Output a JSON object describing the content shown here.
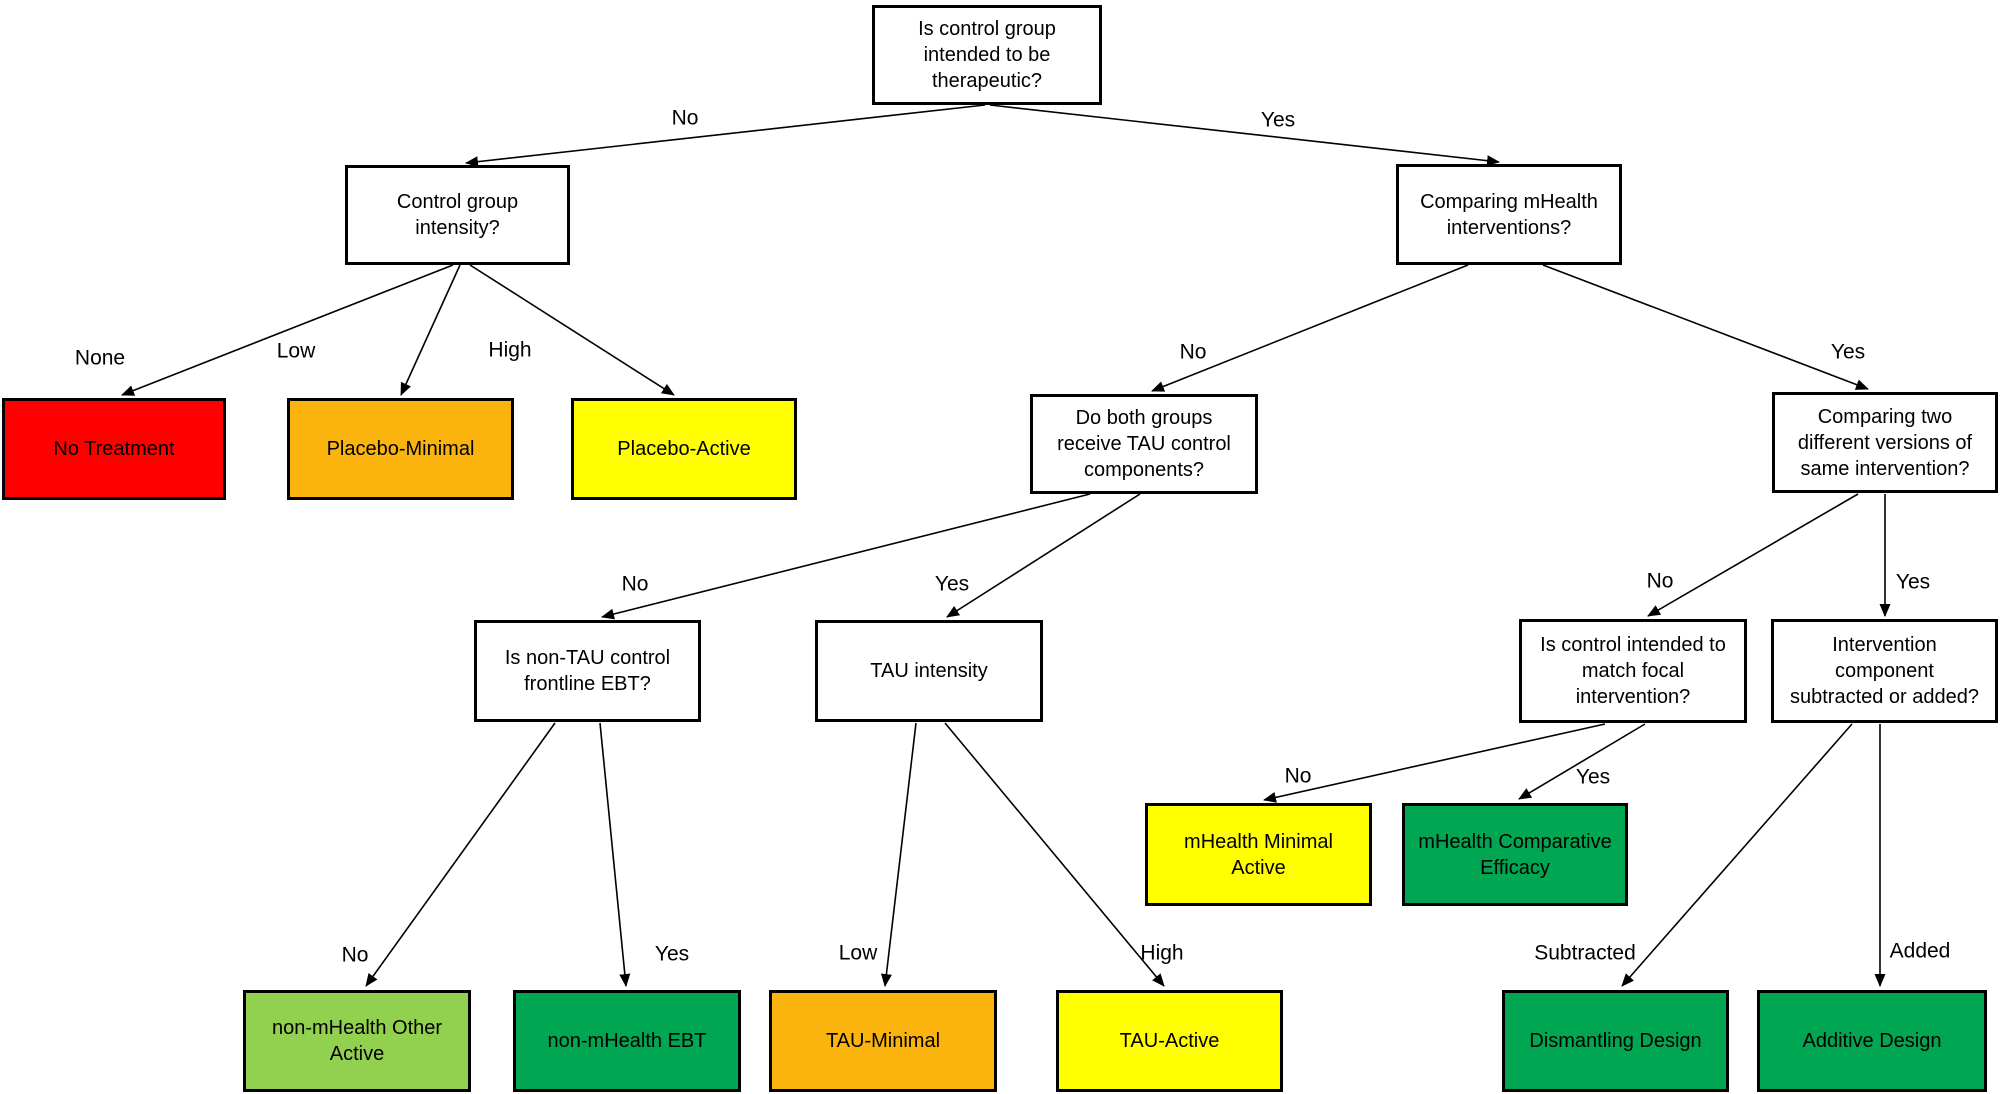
{
  "diagram": {
    "background": "#FFFFFF",
    "colors": {
      "red": "#FF0000",
      "orange": "#FBB40E",
      "yellow": "#FFFF00",
      "green": "#00A651",
      "light_green": "#92D050",
      "white": "#FFFFFF",
      "line": "#000000"
    },
    "nodes": {
      "root": {
        "label": "Is control group intended to be therapeutic?",
        "fill": "#FFFFFF",
        "type": "question"
      },
      "control_intensity": {
        "label": "Control group intensity?",
        "fill": "#FFFFFF",
        "type": "question"
      },
      "comparing_mhealth": {
        "label": "Comparing mHealth interventions?",
        "fill": "#FFFFFF",
        "type": "question"
      },
      "tau_components": {
        "label": "Do both groups receive TAU control components?",
        "fill": "#FFFFFF",
        "type": "question"
      },
      "comparing_versions": {
        "label": "Comparing two different versions of same intervention?",
        "fill": "#FFFFFF",
        "type": "question"
      },
      "non_tau_ebt": {
        "label": "Is non-TAU control frontline EBT?",
        "fill": "#FFFFFF",
        "type": "question"
      },
      "tau_intensity": {
        "label": "TAU intensity",
        "fill": "#FFFFFF",
        "type": "question"
      },
      "control_match": {
        "label": "Is control intended to match focal intervention?",
        "fill": "#FFFFFF",
        "type": "question"
      },
      "component_sub_add": {
        "label": "Intervention component subtracted or added?",
        "fill": "#FFFFFF",
        "type": "question"
      },
      "no_treatment": {
        "label": "No Treatment",
        "fill": "#FF0000",
        "type": "terminal"
      },
      "placebo_minimal": {
        "label": "Placebo-Minimal",
        "fill": "#FBB40E",
        "type": "terminal"
      },
      "placebo_active": {
        "label": "Placebo-Active",
        "fill": "#FFFF00",
        "type": "terminal"
      },
      "mhealth_minimal_active": {
        "label": "mHealth Minimal Active",
        "fill": "#FFFF00",
        "type": "terminal"
      },
      "mhealth_comparative_efficacy": {
        "label": "mHealth Comparative Efficacy",
        "fill": "#00A651",
        "type": "terminal"
      },
      "non_mhealth_other_active": {
        "label": "non-mHealth Other Active",
        "fill": "#92D050",
        "type": "terminal"
      },
      "non_mhealth_ebt": {
        "label": "non-mHealth EBT",
        "fill": "#00A651",
        "type": "terminal"
      },
      "tau_minimal": {
        "label": "TAU-Minimal",
        "fill": "#FBB40E",
        "type": "terminal"
      },
      "tau_active": {
        "label": "TAU-Active",
        "fill": "#FFFF00",
        "type": "terminal"
      },
      "dismantling_design": {
        "label": "Dismantling Design",
        "fill": "#00A651",
        "type": "terminal"
      },
      "additive_design": {
        "label": "Additive Design",
        "fill": "#00A651",
        "type": "terminal"
      }
    },
    "edges": [
      {
        "from": "root",
        "to": "control_intensity",
        "label": "No"
      },
      {
        "from": "root",
        "to": "comparing_mhealth",
        "label": "Yes"
      },
      {
        "from": "control_intensity",
        "to": "no_treatment",
        "label": "None"
      },
      {
        "from": "control_intensity",
        "to": "placebo_minimal",
        "label": "Low"
      },
      {
        "from": "control_intensity",
        "to": "placebo_active",
        "label": "High"
      },
      {
        "from": "comparing_mhealth",
        "to": "tau_components",
        "label": "No"
      },
      {
        "from": "comparing_mhealth",
        "to": "comparing_versions",
        "label": "Yes"
      },
      {
        "from": "tau_components",
        "to": "non_tau_ebt",
        "label": "No"
      },
      {
        "from": "tau_components",
        "to": "tau_intensity",
        "label": "Yes"
      },
      {
        "from": "comparing_versions",
        "to": "control_match",
        "label": "No"
      },
      {
        "from": "comparing_versions",
        "to": "component_sub_add",
        "label": "Yes"
      },
      {
        "from": "control_match",
        "to": "mhealth_minimal_active",
        "label": "No"
      },
      {
        "from": "control_match",
        "to": "mhealth_comparative_efficacy",
        "label": "Yes"
      },
      {
        "from": "non_tau_ebt",
        "to": "non_mhealth_other_active",
        "label": "No"
      },
      {
        "from": "non_tau_ebt",
        "to": "non_mhealth_ebt",
        "label": "Yes"
      },
      {
        "from": "tau_intensity",
        "to": "tau_minimal",
        "label": "Low"
      },
      {
        "from": "tau_intensity",
        "to": "tau_active",
        "label": "High"
      },
      {
        "from": "component_sub_add",
        "to": "dismantling_design",
        "label": "Subtracted"
      },
      {
        "from": "component_sub_add",
        "to": "additive_design",
        "label": "Added"
      }
    ]
  }
}
